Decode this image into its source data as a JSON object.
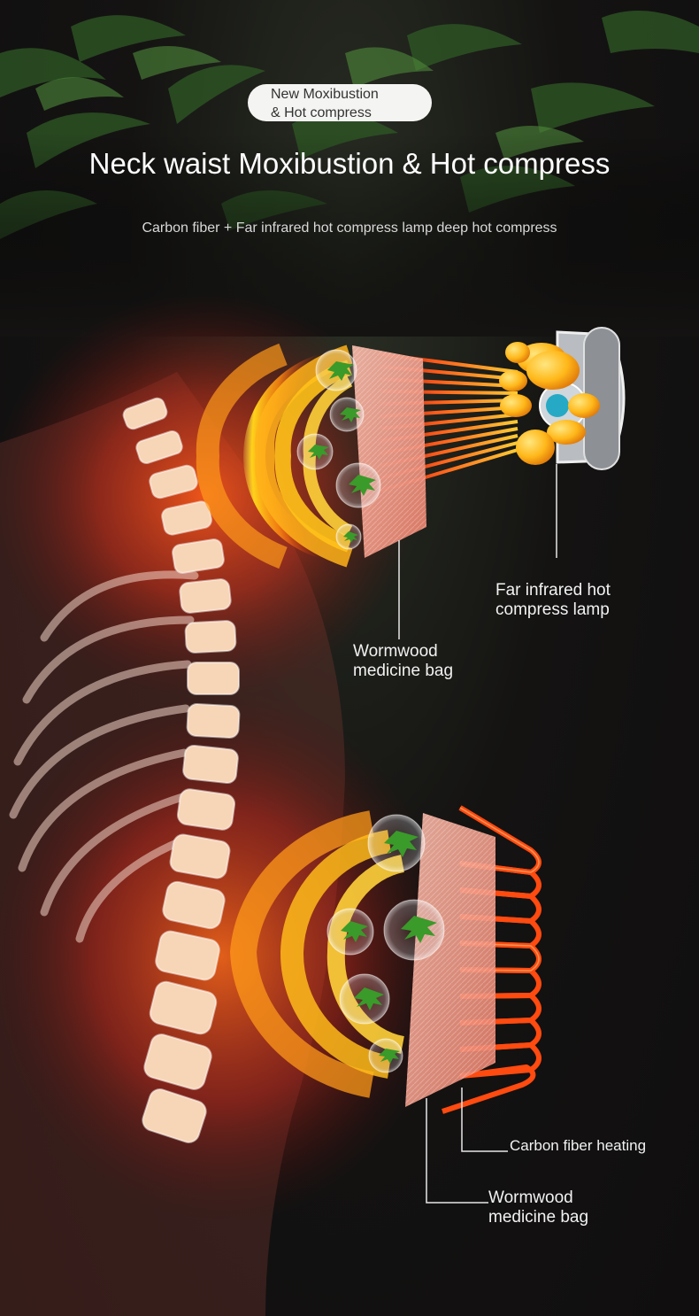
{
  "badge": {
    "line1": "New Moxibustion",
    "line2": "& Hot compress"
  },
  "title": "Neck waist Moxibustion & Hot compress",
  "subtitle": "Carbon fiber + Far infrared hot compress lamp deep hot compress",
  "labels": {
    "lamp": {
      "line1": "Far infrared hot",
      "line2": "compress lamp"
    },
    "bag_upper": {
      "line1": "Wormwood",
      "line2": "medicine bag"
    },
    "carbon": "Carbon fiber heating",
    "bag_lower": {
      "line1": "Wormwood",
      "line2": "medicine bag"
    }
  },
  "colors": {
    "heat_orange": "#ff6a1a",
    "glow_yellow": "#ffc21a",
    "leaf_green": "#3a9a2a",
    "text_white": "#ffffff"
  }
}
